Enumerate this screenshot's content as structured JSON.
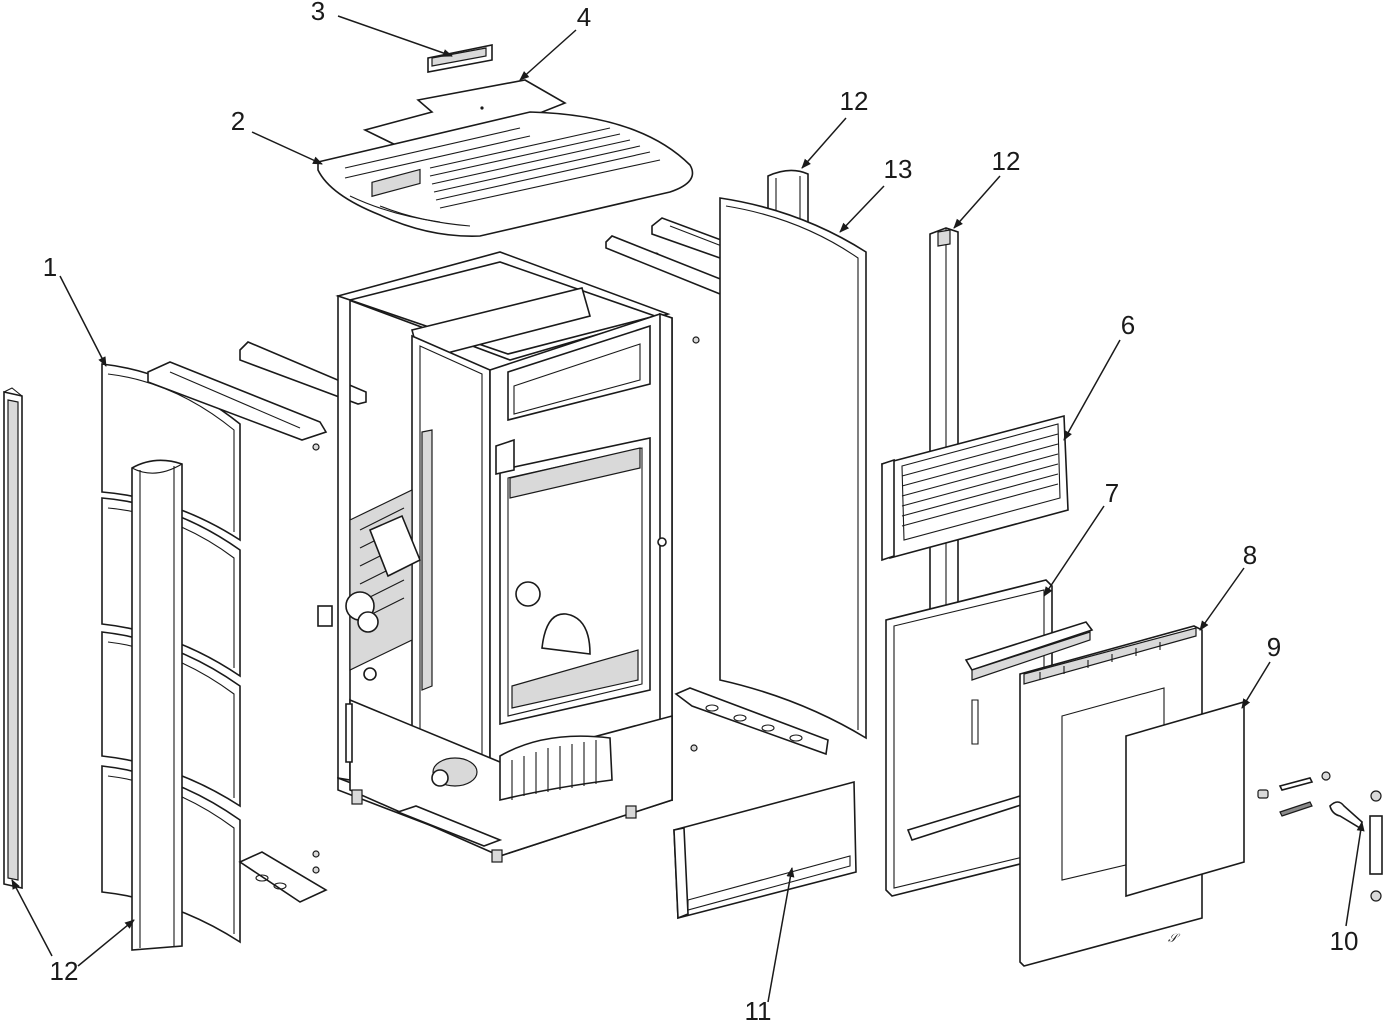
{
  "diagram": {
    "colors": {
      "line": "#1a1a1a",
      "panel": "#ffffff",
      "shade": "#d9d9d9"
    },
    "callouts": [
      {
        "id": "c3",
        "text": "3"
      },
      {
        "id": "c4",
        "text": "4"
      },
      {
        "id": "c2",
        "text": "2"
      },
      {
        "id": "c12a",
        "text": "12"
      },
      {
        "id": "c13",
        "text": "13"
      },
      {
        "id": "c12b",
        "text": "12"
      },
      {
        "id": "c1",
        "text": "1"
      },
      {
        "id": "c6",
        "text": "6"
      },
      {
        "id": "c7",
        "text": "7"
      },
      {
        "id": "c8",
        "text": "8"
      },
      {
        "id": "c9",
        "text": "9"
      },
      {
        "id": "c10",
        "text": "10"
      },
      {
        "id": "c11",
        "text": "11"
      },
      {
        "id": "c12c",
        "text": "12"
      }
    ]
  }
}
